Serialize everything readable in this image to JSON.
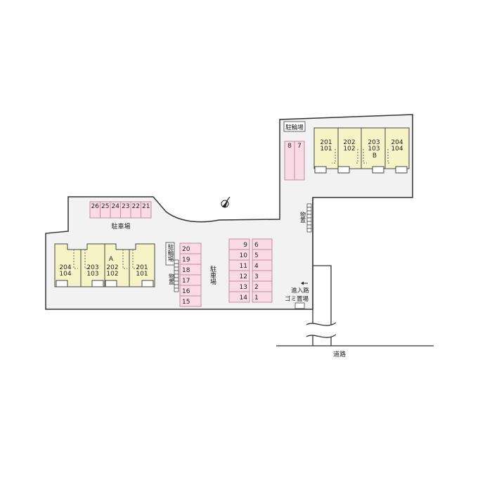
{
  "labels": {
    "parking_main": "駐車場",
    "parking_center": "駐車場",
    "bicycle_top": "駐輪場",
    "bicycle_left": "駐輪場",
    "storage_left": "物置",
    "storage_right": "物置",
    "entrance": "進入路",
    "garbage": "ゴミ置場",
    "road": "道路"
  },
  "building_a": {
    "name": "A",
    "units": [
      {
        "upper": "204",
        "lower": "104"
      },
      {
        "upper": "203",
        "lower": "103"
      },
      {
        "upper": "202",
        "lower": "102"
      },
      {
        "upper": "201",
        "lower": "101"
      }
    ]
  },
  "building_b": {
    "name": "B",
    "units": [
      {
        "upper": "201",
        "lower": "101"
      },
      {
        "upper": "202",
        "lower": "102"
      },
      {
        "upper": "203",
        "lower": "103"
      },
      {
        "upper": "204",
        "lower": "104"
      }
    ]
  },
  "parking": {
    "row_top": [
      "26",
      "25",
      "24",
      "23",
      "22",
      "21"
    ],
    "col_left": [
      "20",
      "19",
      "18",
      "17",
      "16",
      "15"
    ],
    "col_center_left": [
      "9",
      "10",
      "11",
      "12",
      "13",
      "14"
    ],
    "col_center_right": [
      "6",
      "5",
      "4",
      "3",
      "2",
      "1"
    ],
    "row_upper_right": [
      "8",
      "7"
    ]
  },
  "colors": {
    "building": "#f6f3c6",
    "parking": "#f9dbe6",
    "site": "#f2f2f2"
  }
}
